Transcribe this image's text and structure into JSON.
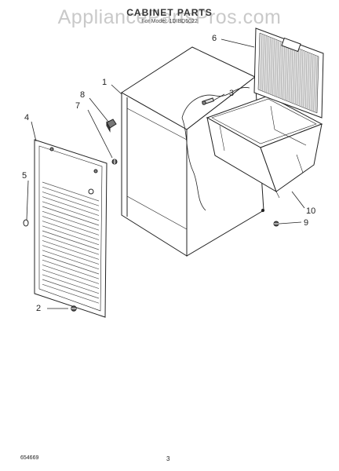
{
  "watermark": "AppliancePartsPros.com",
  "title": "CABINET PARTS",
  "subtitle": "For Model: 1DIBD5022",
  "doc_number": "654669",
  "page_number": "3",
  "callouts": [
    {
      "id": "1",
      "label": "1"
    },
    {
      "id": "2",
      "label": "2"
    },
    {
      "id": "3",
      "label": "3"
    },
    {
      "id": "4",
      "label": "4"
    },
    {
      "id": "5",
      "label": "5"
    },
    {
      "id": "6",
      "label": "6"
    },
    {
      "id": "7",
      "label": "7"
    },
    {
      "id": "8",
      "label": "8"
    },
    {
      "id": "9",
      "label": "9"
    },
    {
      "id": "10",
      "label": "10"
    }
  ]
}
